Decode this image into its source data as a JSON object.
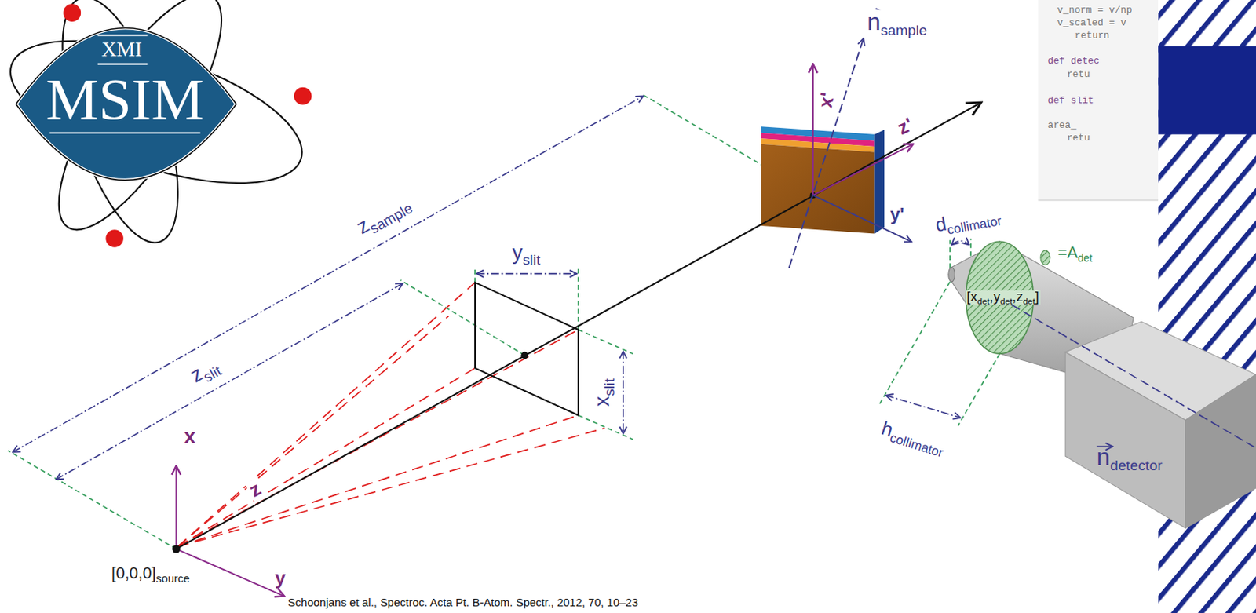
{
  "diagram": {
    "caption": "Schoonjans et al., Spectroc. Acta Pt. B-Atom. Spectr., 2012, 70, 10–23",
    "labels": [
      "XMI",
      "MSIM",
      "n",
      "sample",
      "x'",
      "z'",
      "y'",
      "z",
      "sample",
      "y",
      "slit",
      "z",
      "slit",
      "x",
      "slit",
      "x",
      "y",
      "z",
      "[0,0,0]",
      "source",
      "d",
      "collimator",
      "h",
      "collimator",
      "=A",
      "det",
      "[x",
      "det",
      ",y",
      "det",
      ",z",
      "det",
      "]",
      "n",
      "detector",
      "v_norm = v/np",
      "v_scaled = v",
      "return",
      "def detec",
      "retu",
      "def slit",
      "area_",
      "retu"
    ]
  }
}
